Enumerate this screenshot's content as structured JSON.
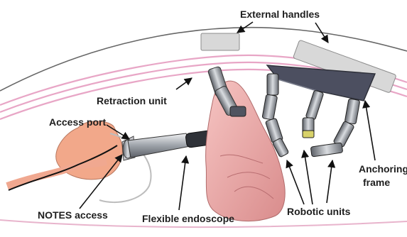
{
  "labels": {
    "external_handles": "External handles",
    "retraction_unit": "Retraction unit",
    "access_port": "Access port",
    "notes_access": "NOTES access",
    "flexible_endoscope": "Flexible endoscope",
    "robotic_units": "Robotic units",
    "anchoring": "Anchoring",
    "frame": "frame"
  },
  "colors": {
    "wall_pink": "#e8a6c6",
    "tissue": "#eeb0ae",
    "stomach": "#f2a88a",
    "frame": "#4c4f60",
    "handle": "#d8d8d8",
    "metal": "#9aa0a8"
  }
}
